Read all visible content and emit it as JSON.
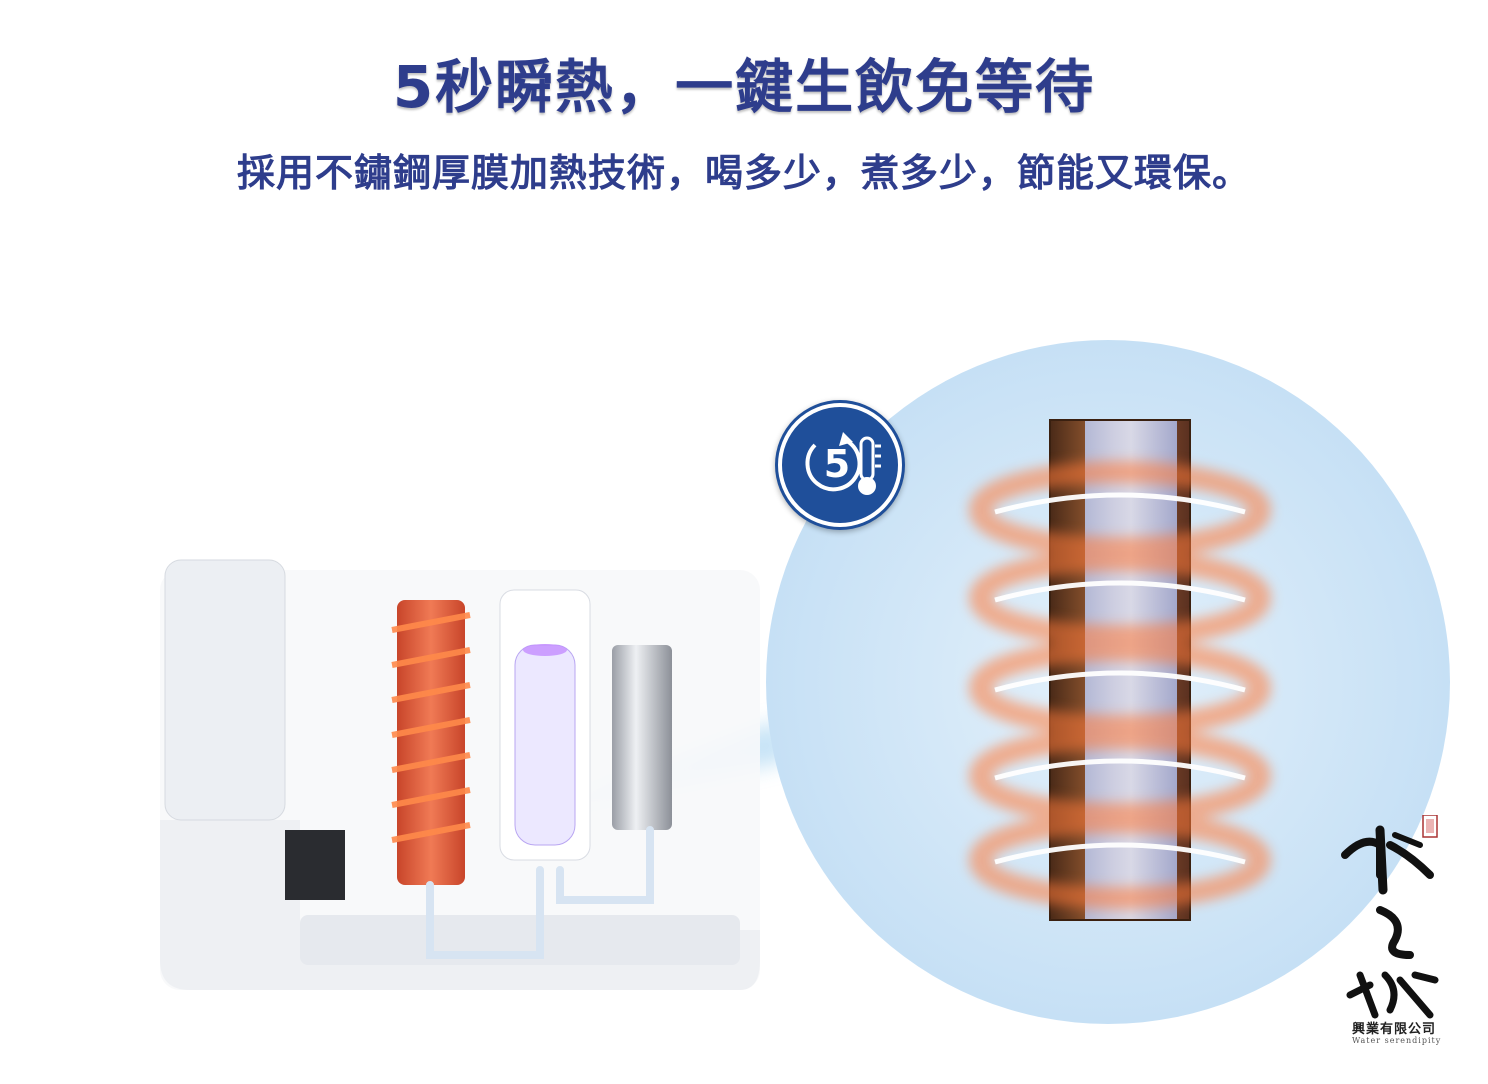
{
  "headline": "5秒瞬熱，一鍵生飲免等待",
  "subheadline": "採用不鏽鋼厚膜加熱技術，喝多少，煮多少，節能又環保。",
  "badge": {
    "number": "5",
    "icons": [
      "clock-arrow-icon",
      "thermometer-icon"
    ],
    "color": "#1f4f9a"
  },
  "logo": {
    "company": "興業有限公司",
    "tagline": "Water serendipity"
  },
  "colors": {
    "title": "#2e3d8c",
    "heat_glow": "#ff7a3a",
    "zoom_circle": "#cfe6f7"
  }
}
